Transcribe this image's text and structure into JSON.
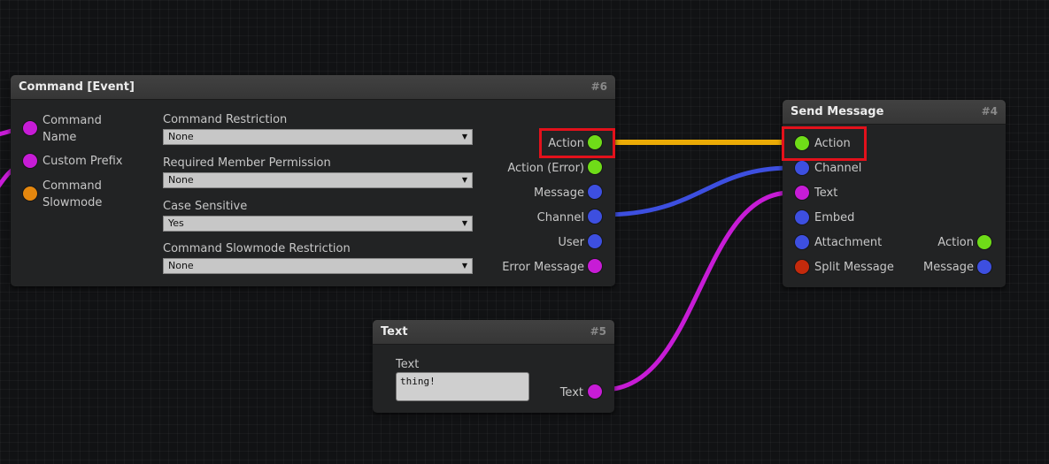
{
  "colors": {
    "action": "#6fdc18",
    "text": "#c71cd6",
    "object": "#3d4fe0",
    "number": "#e5870e",
    "boolean": "#c42a0c",
    "action_wire": "#eaaa06",
    "highlight": "#e3111b"
  },
  "command_node": {
    "title": "Command [Event]",
    "id": "#6",
    "inputs": [
      "Command Name",
      "Custom Prefix",
      "Command Slowmode"
    ],
    "fields": [
      {
        "label": "Command Restriction",
        "value": "None"
      },
      {
        "label": "Required Member Permission",
        "value": "None"
      },
      {
        "label": "Case Sensitive",
        "value": "Yes"
      },
      {
        "label": "Command Slowmode Restriction",
        "value": "None"
      }
    ],
    "outputs": [
      "Action",
      "Action (Error)",
      "Message",
      "Channel",
      "User",
      "Error Message"
    ]
  },
  "send_node": {
    "title": "Send Message",
    "id": "#4",
    "inputs": [
      "Action",
      "Channel",
      "Text",
      "Embed",
      "Attachment",
      "Split Message"
    ],
    "outputs": [
      "Action",
      "Message"
    ]
  },
  "text_node": {
    "title": "Text",
    "id": "#5",
    "field_label": "Text",
    "field_value": "thing!",
    "output": "Text"
  }
}
